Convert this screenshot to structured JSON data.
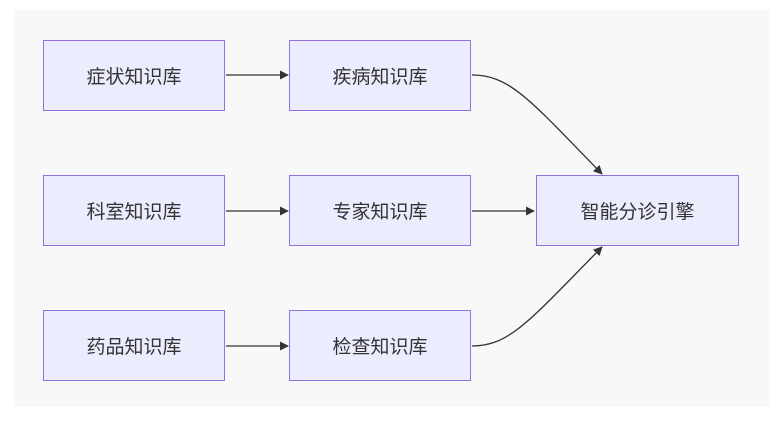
{
  "nodes": {
    "symptom_kb": "症状知识库",
    "disease_kb": "疾病知识库",
    "department_kb": "科室知识库",
    "expert_kb": "专家知识库",
    "drug_kb": "药品知识库",
    "exam_kb": "检查知识库",
    "engine": "智能分诊引擎"
  },
  "edges": [
    {
      "from": "symptom_kb",
      "to": "disease_kb"
    },
    {
      "from": "department_kb",
      "to": "expert_kb"
    },
    {
      "from": "drug_kb",
      "to": "exam_kb"
    },
    {
      "from": "disease_kb",
      "to": "engine"
    },
    {
      "from": "expert_kb",
      "to": "engine"
    },
    {
      "from": "exam_kb",
      "to": "engine"
    }
  ],
  "colors": {
    "node_fill": "#ececff",
    "node_border": "#9370db",
    "edge": "#333333",
    "background": "#f8f8f8"
  }
}
